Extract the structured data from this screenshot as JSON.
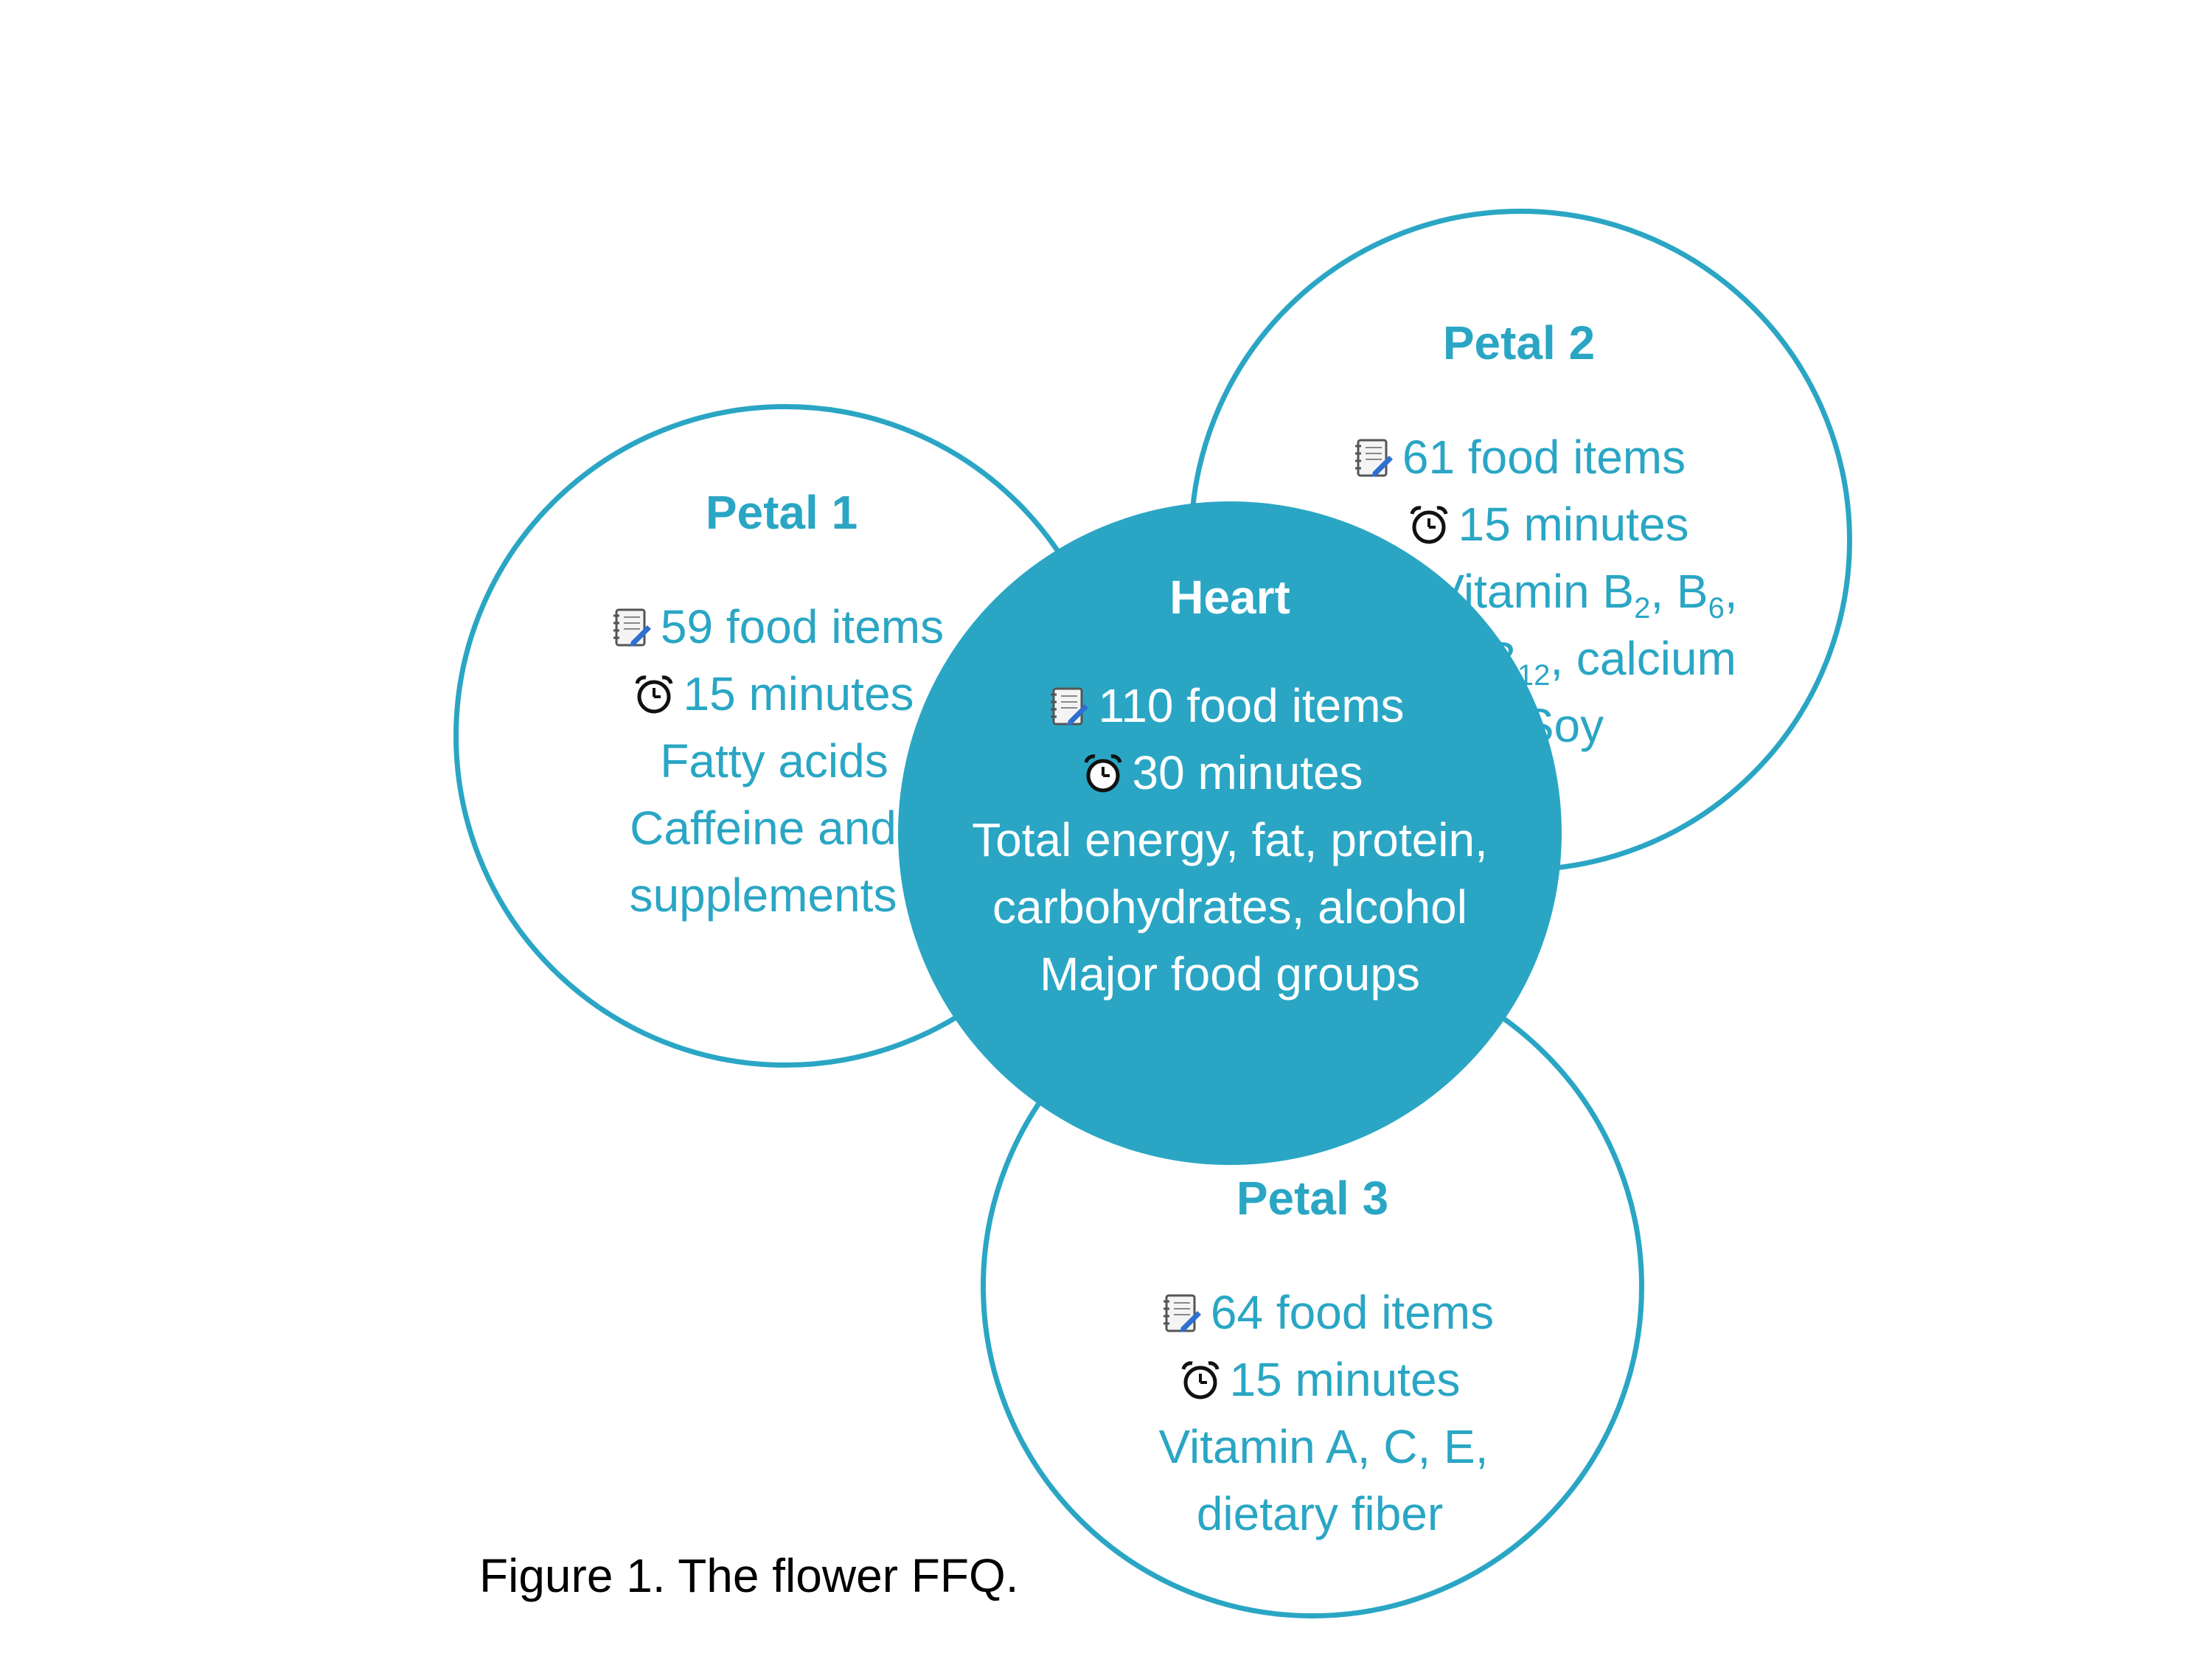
{
  "colors": {
    "accent": "#2aa6c4",
    "heart_text": "#ffffff",
    "caption_text": "#000000"
  },
  "icons": {
    "items": "notebook-icon",
    "time": "alarm-clock-icon"
  },
  "petal1": {
    "title": "Petal 1",
    "items": "59 food items",
    "time": "15 minutes",
    "nutrients": [
      "Fatty acids",
      "Caffeine and",
      "supplements"
    ]
  },
  "petal2": {
    "title": "Petal 2",
    "items": "61 food items",
    "time": "15 minutes",
    "nutrients_line1": {
      "prefix": "Vitamin B",
      "sub_a": "2",
      "mid": ", B",
      "sub_b": "6",
      "suffix": ","
    },
    "nutrients_line2": {
      "prefix": "B",
      "sub": "12",
      "suffix": ", calcium"
    },
    "nutrients_line3": "Soy"
  },
  "petal3": {
    "title": "Petal 3",
    "items": "64 food items",
    "time": "15 minutes",
    "nutrients": [
      "Vitamin A, C, E,",
      "dietary fiber"
    ]
  },
  "heart": {
    "title": "Heart",
    "items": "110 food items",
    "time": "30 minutes",
    "nutrients": [
      "Total energy, fat, protein,",
      "carbohydrates, alcohol",
      "Major food groups"
    ]
  },
  "caption": "Figure 1. The flower FFQ."
}
